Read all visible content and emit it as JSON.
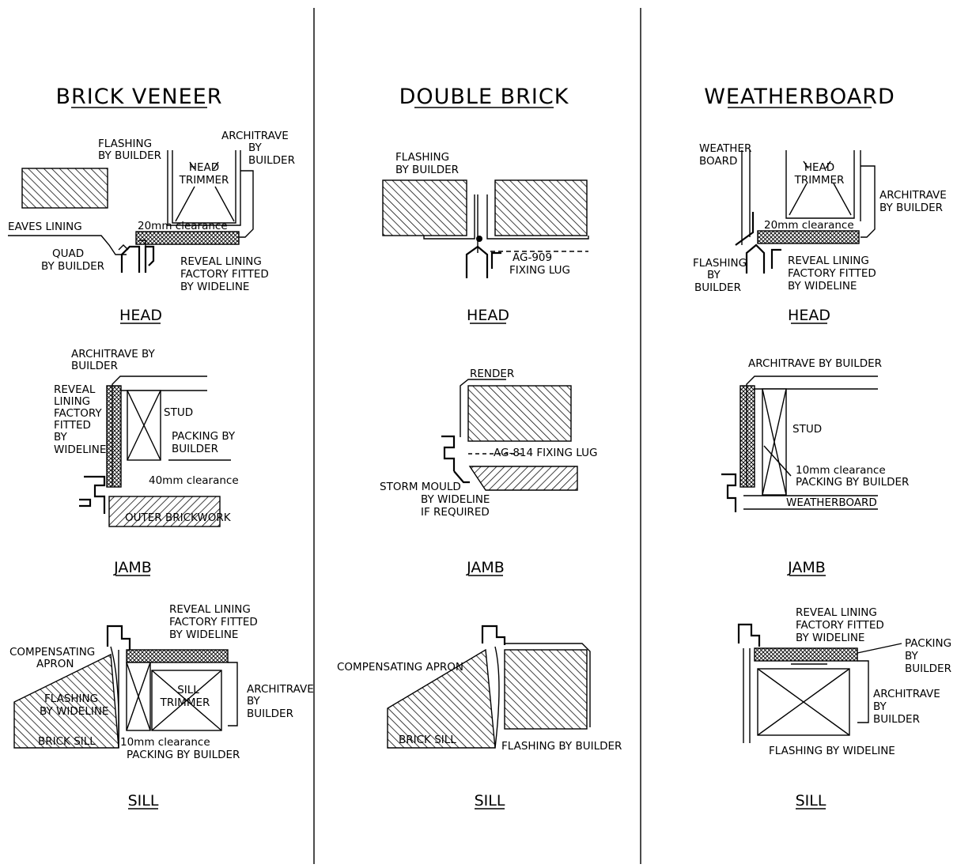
{
  "columns": [
    {
      "title": "BRICK VENEER",
      "head": {
        "caption": "HEAD",
        "labels": [
          "FLASHING",
          "BY BUILDER",
          "ARCHITRAVE",
          "BY",
          "BUILDER",
          "HEAD",
          "TRIMMER",
          "EAVES LINING",
          "20mm clearance",
          "QUAD",
          "BY BUILDER",
          "REVEAL LINING",
          "FACTORY FITTED",
          "BY WIDELINE"
        ]
      },
      "jamb": {
        "caption": "JAMB",
        "labels": [
          "ARCHITRAVE BY",
          "BUILDER",
          "REVEAL",
          "LINING",
          "FACTORY",
          "FITTED",
          "BY",
          "WIDELINE",
          "STUD",
          "PACKING BY",
          "BUILDER",
          "40mm clearance",
          "OUTER BRICKWORK"
        ]
      },
      "sill": {
        "caption": "SILL",
        "labels": [
          "REVEAL LINING",
          "FACTORY FITTED",
          "BY WIDELINE",
          "COMPENSATING",
          "APRON",
          "SILL",
          "TRIMMER",
          "ARCHITRAVE",
          "BY",
          "BUILDER",
          "FLASHING",
          "BY WIDELINE",
          "BRICK SILL",
          "10mm clearance",
          "PACKING BY BUILDER"
        ]
      }
    },
    {
      "title": "DOUBLE BRICK",
      "head": {
        "caption": "HEAD",
        "labels": [
          "FLASHING",
          "BY BUILDER",
          "AG-909",
          "FIXING LUG"
        ]
      },
      "jamb": {
        "caption": "JAMB",
        "labels": [
          "RENDER",
          "AG-814 FIXING LUG",
          "STORM MOULD",
          "BY WIDELINE",
          "IF REQUIRED"
        ]
      },
      "sill": {
        "caption": "SILL",
        "labels": [
          "COMPENSATING APRON",
          "BRICK SILL",
          "FLASHING BY BUILDER"
        ]
      }
    },
    {
      "title": "WEATHERBOARD",
      "head": {
        "caption": "HEAD",
        "labels": [
          "WEATHER",
          "BOARD",
          "HEAD",
          "TRIMMER",
          "ARCHITRAVE",
          "BY BUILDER",
          "20mm clearance",
          "FLASHING",
          "BY",
          "BUILDER",
          "REVEAL LINING",
          "FACTORY FITTED",
          "BY WIDELINE"
        ]
      },
      "jamb": {
        "caption": "JAMB",
        "labels": [
          "ARCHITRAVE BY BUILDER",
          "STUD",
          "10mm clearance",
          "PACKING BY BUILDER",
          "WEATHERBOARD"
        ]
      },
      "sill": {
        "caption": "SILL",
        "labels": [
          "REVEAL LINING",
          "FACTORY FITTED",
          "BY WIDELINE",
          "PACKING",
          "BY",
          "BUILDER",
          "ARCHITRAVE",
          "BY",
          "BUILDER",
          "FLASHING BY WIDELINE"
        ]
      }
    }
  ]
}
